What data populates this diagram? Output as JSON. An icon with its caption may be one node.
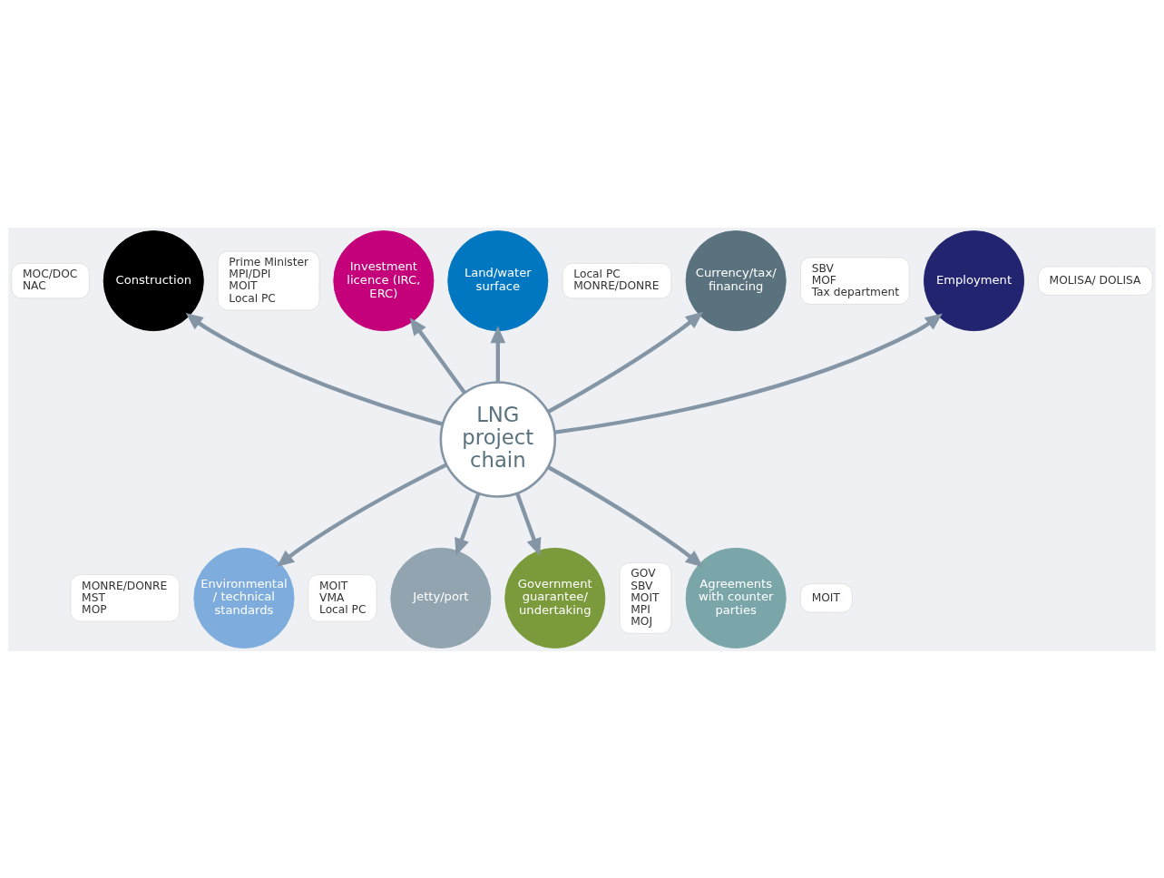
{
  "diagram": {
    "nodes": [
      {
        "text": [
          "LNG project chain"
        ]
      },
      {
        "text": [
          "Land/water surface"
        ]
      },
      {
        "text": [
          "Local PC",
          "MONRE/DONRE"
        ]
      },
      {
        "text": [
          "Currency/tax/ financing"
        ]
      },
      {
        "text": [
          "SBV",
          "MOF",
          "Tax department"
        ]
      },
      {
        "text": [
          "Employment"
        ]
      },
      {
        "text": [
          "MOLISA/ DOLISA"
        ]
      },
      {
        "text": [
          "Agreements with counter parties"
        ]
      },
      {
        "text": [
          "MOIT"
        ]
      },
      {
        "text": [
          "Government guarantee/ undertaking"
        ]
      },
      {
        "text": [
          "GOV",
          "SBV",
          "MOIT",
          "MPI",
          "MOJ"
        ]
      },
      {
        "text": [
          "Jetty/port"
        ]
      },
      {
        "text": [
          "MOIT",
          "VMA",
          "Local PC"
        ]
      },
      {
        "text": [
          "Environmental/ technical standards"
        ]
      },
      {
        "text": [
          "MONRE/DONRE",
          "MST",
          "MOP"
        ]
      },
      {
        "text": [
          "Construction"
        ]
      },
      {
        "text": [
          "MOC/DOC",
          "NAC"
        ]
      },
      {
        "text": [
          "Investment licence (IRC, ERC)"
        ]
      },
      {
        "text": [
          "Prime Minister",
          "MPI/DPI",
          "MOIT",
          "Local PC"
        ]
      }
    ],
    "edges": [
      {
        "from": 0,
        "to": 1,
        "arrow": "to"
      },
      {
        "from": 0,
        "to": 3,
        "arrow": "to"
      },
      {
        "from": 0,
        "to": 5,
        "arrow": "to"
      },
      {
        "from": 0,
        "to": 7,
        "arrow": "to"
      },
      {
        "from": 0,
        "to": 9,
        "arrow": "to"
      },
      {
        "from": 0,
        "to": 11,
        "arrow": "to"
      },
      {
        "from": 0,
        "to": 13,
        "arrow": "to"
      },
      {
        "from": 0,
        "to": 15,
        "arrow": "to"
      },
      {
        "from": 0,
        "to": 17,
        "arrow": "to"
      }
    ]
  }
}
